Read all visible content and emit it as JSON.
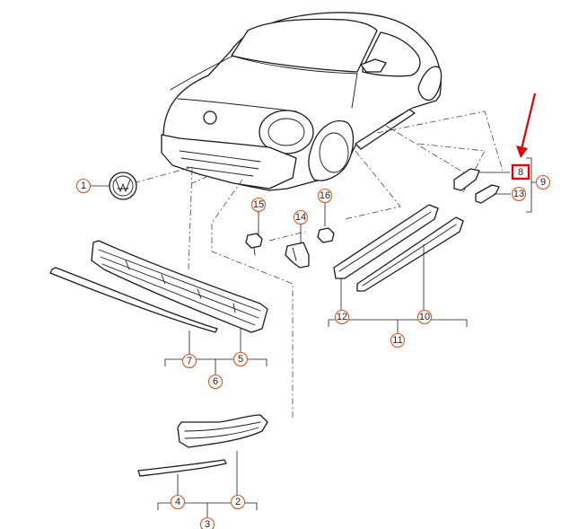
{
  "diagram": {
    "parts": [
      {
        "id": "p1",
        "number": "1"
      },
      {
        "id": "p2",
        "number": "2"
      },
      {
        "id": "p3",
        "number": "3"
      },
      {
        "id": "p4",
        "number": "4"
      },
      {
        "id": "p5",
        "number": "5"
      },
      {
        "id": "p6",
        "number": "6"
      },
      {
        "id": "p7",
        "number": "7"
      },
      {
        "id": "p8",
        "number": "8",
        "highlighted": true
      },
      {
        "id": "p9",
        "number": "9"
      },
      {
        "id": "p10",
        "number": "10"
      },
      {
        "id": "p11",
        "number": "11"
      },
      {
        "id": "p12",
        "number": "12"
      },
      {
        "id": "p13",
        "number": "13"
      },
      {
        "id": "p14",
        "number": "14"
      },
      {
        "id": "p15",
        "number": "15"
      },
      {
        "id": "p16",
        "number": "16"
      }
    ],
    "colors": {
      "callout_ring": "#e2571e",
      "highlight": "#e00000",
      "arrow": "#e00000",
      "line": "#1a1a1a"
    }
  }
}
